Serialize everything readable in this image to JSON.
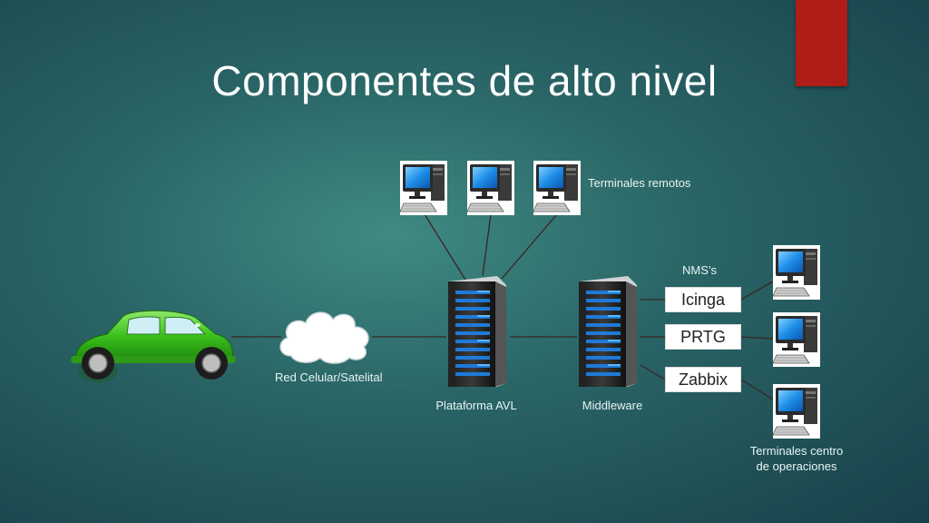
{
  "slide": {
    "title": "Componentes de alto nivel",
    "accent_color": "#b01c18"
  },
  "diagram": {
    "nodes": {
      "vehicle": {
        "icon": "green-car-icon"
      },
      "network": {
        "label": "Red Celular/Satelital",
        "icon": "cloud-icon"
      },
      "avl_platform": {
        "label": "Plataforma AVL",
        "icon": "server-rack-icon"
      },
      "middleware": {
        "label": "Middleware",
        "icon": "server-rack-icon"
      },
      "remote_terminals": {
        "label": "Terminales remotos",
        "count": 3,
        "icon": "desktop-computer-icon"
      },
      "nms_group": {
        "label": "NMS’s",
        "items": [
          "Icinga",
          "PRTG",
          "Zabbix"
        ]
      },
      "operations_terminals": {
        "label_line1": "Terminales centro",
        "label_line2": "de operaciones",
        "count": 3,
        "icon": "desktop-computer-icon"
      }
    },
    "connections": [
      [
        "vehicle",
        "network"
      ],
      [
        "network",
        "avl_platform"
      ],
      [
        "avl_platform",
        "remote_terminals"
      ],
      [
        "avl_platform",
        "middleware"
      ],
      [
        "middleware",
        "Icinga"
      ],
      [
        "middleware",
        "PRTG"
      ],
      [
        "middleware",
        "Zabbix"
      ],
      [
        "Icinga",
        "operations_terminals"
      ],
      [
        "PRTG",
        "operations_terminals"
      ],
      [
        "Zabbix",
        "operations_terminals"
      ]
    ]
  }
}
